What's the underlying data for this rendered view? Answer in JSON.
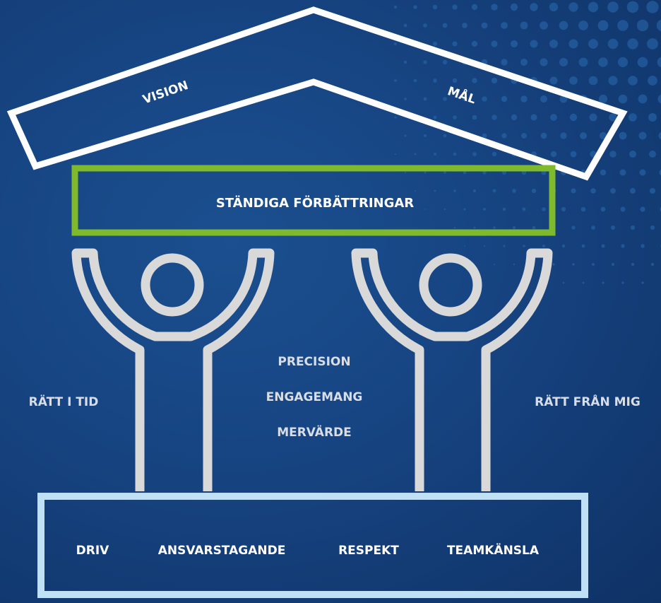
{
  "roof": {
    "left_label": "VISION",
    "right_label": "MÅL"
  },
  "beam": {
    "label": "STÄNDIGA FÖRBÄTTRINGAR"
  },
  "side_labels": {
    "left": "RÄTT I TID",
    "right": "RÄTT FRÅN MIG"
  },
  "center_values": [
    "PRECISION",
    "ENGAGEMANG",
    "MERVÄRDE"
  ],
  "foundation": {
    "values": [
      "DRIV",
      "ANSVARSTAGANDE",
      "RESPEKT",
      "TEAMKÄNSLA"
    ]
  },
  "colors": {
    "background": "#174583",
    "roof_stroke": "#ffffff",
    "beam_stroke": "#7fba2d",
    "pillar_stroke": "#d9d9d9",
    "foundation_stroke": "#bfe0f5"
  }
}
